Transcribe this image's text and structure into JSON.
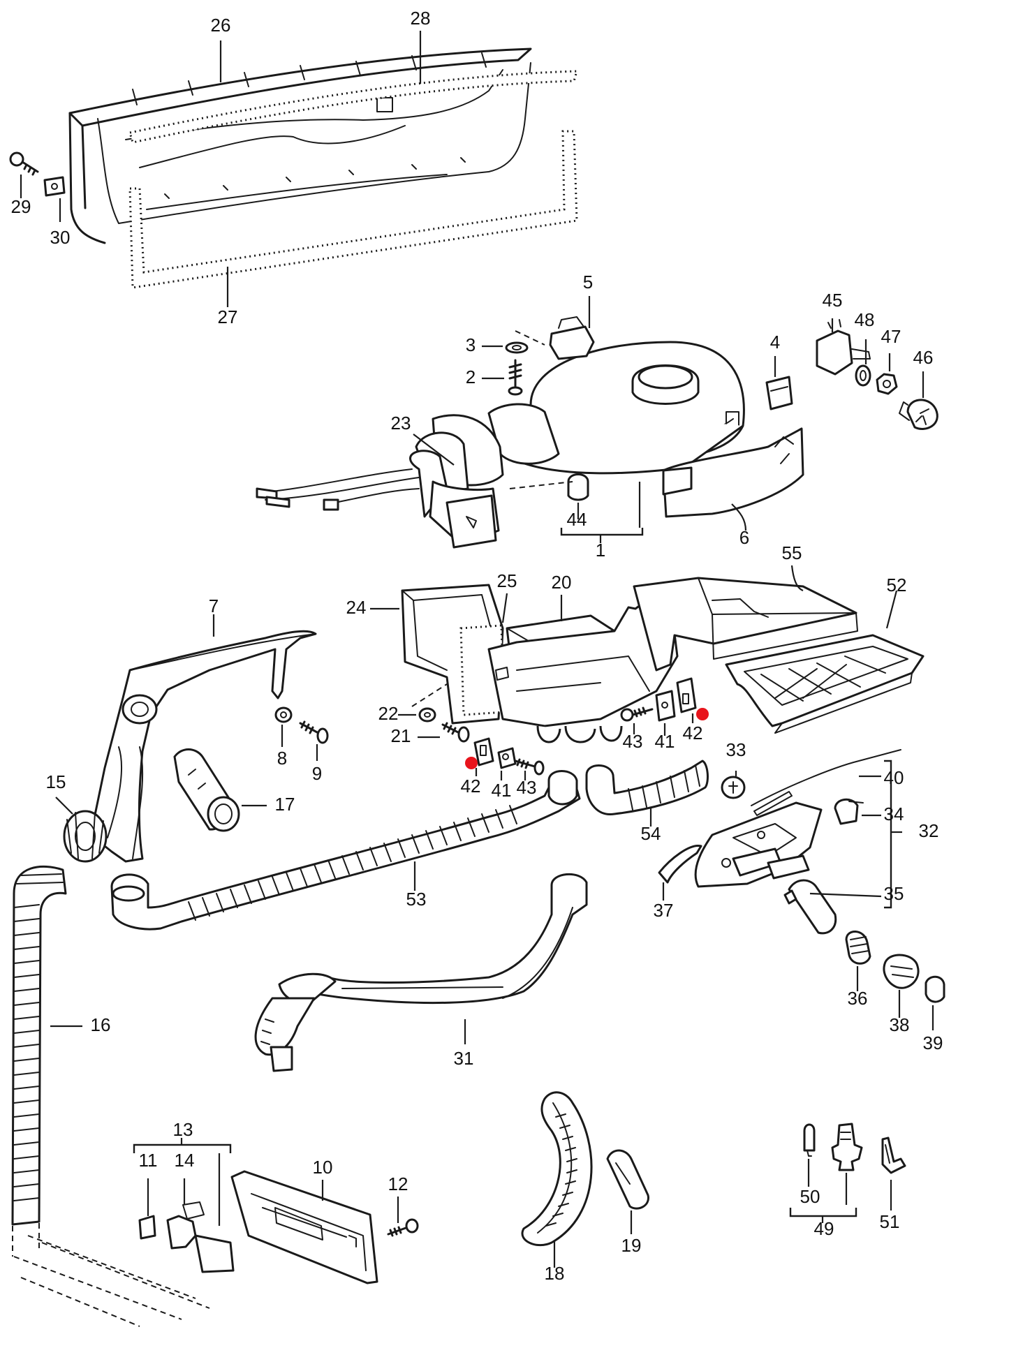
{
  "colors": {
    "line": "#1a1a1a",
    "marker": "#e8141c",
    "background": "#ffffff"
  },
  "callouts": {
    "c1": "1",
    "c2": "2",
    "c3": "3",
    "c4": "4",
    "c5": "5",
    "c6": "6",
    "c7": "7",
    "c8": "8",
    "c9": "9",
    "c10": "10",
    "c11": "11",
    "c12": "12",
    "c13": "13",
    "c14": "14",
    "c15": "15",
    "c16": "16",
    "c17": "17",
    "c18": "18",
    "c19": "19",
    "c20": "20",
    "c21": "21",
    "c22": "22",
    "c23": "23",
    "c24": "24",
    "c25": "25",
    "c26": "26",
    "c27": "27",
    "c28": "28",
    "c29": "29",
    "c30": "30",
    "c31": "31",
    "c32": "32",
    "c33": "33",
    "c34": "34",
    "c35": "35",
    "c36": "36",
    "c37": "37",
    "c38": "38",
    "c39": "39",
    "c40": "40",
    "c41a": "41",
    "c41b": "41",
    "c42a": "42",
    "c42b": "42",
    "c43a": "43",
    "c43b": "43",
    "c44": "44",
    "c45": "45",
    "c46": "46",
    "c47": "47",
    "c48": "48",
    "c49": "49",
    "c50": "50",
    "c51": "51",
    "c52": "52",
    "c53": "53",
    "c54": "54",
    "c55": "55"
  }
}
